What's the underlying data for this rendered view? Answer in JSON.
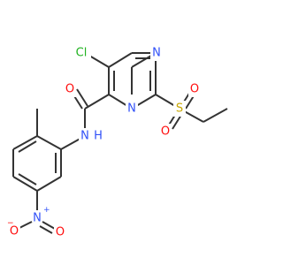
{
  "molecule": {
    "colors": {
      "bond": "#333333",
      "N": "#3050F8",
      "O": "#FF0D0D",
      "S": "#C8A700",
      "Cl": "#1FB21F",
      "H": "#3050F8",
      "background": "#ffffff"
    },
    "labels": {
      "cl": "Cl",
      "n_ring_top": "N",
      "n_ring_bottom": "N",
      "s": "S",
      "o_sulfonyl_top": "O",
      "o_sulfonyl_bottom": "O",
      "o_carbonyl": "O",
      "n_amide": "N",
      "h_amide": "H",
      "n_nitro": "N",
      "n_nitro_charge": "+",
      "o_nitro_left": "O",
      "o_nitro_left_charge": "−",
      "o_nitro_right": "O"
    }
  }
}
